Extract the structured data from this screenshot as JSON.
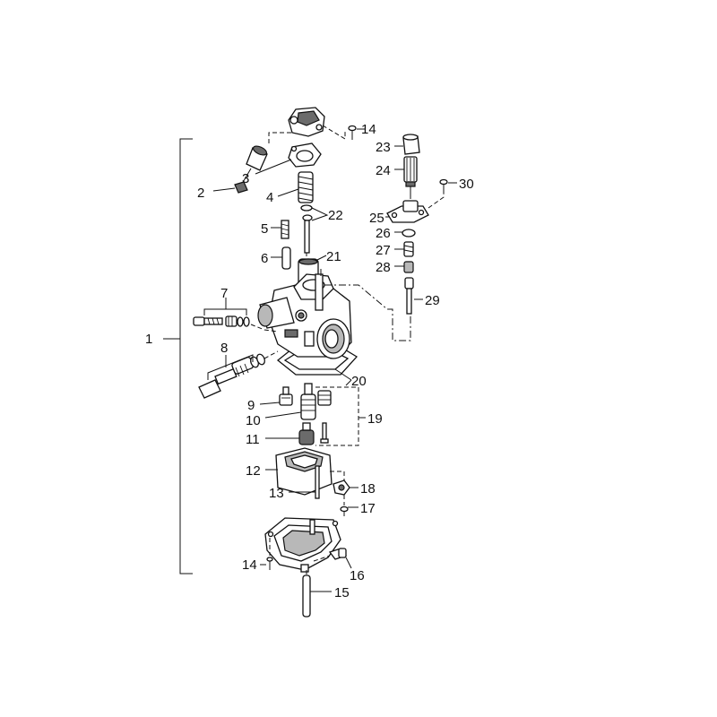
{
  "callouts": {
    "c1": "1",
    "c2": "2",
    "c3": "3",
    "c4": "4",
    "c5": "5",
    "c6": "6",
    "c7": "7",
    "c8": "8",
    "c9": "9",
    "c10": "10",
    "c11": "11",
    "c12": "12",
    "c13": "13",
    "c14a": "14",
    "c14b": "14",
    "c15": "15",
    "c16": "16",
    "c17": "17",
    "c18": "18",
    "c19": "19",
    "c20": "20",
    "c21": "21",
    "c22": "22",
    "c23": "23",
    "c24": "24",
    "c25": "25",
    "c26": "26",
    "c27": "27",
    "c28": "28",
    "c29": "29",
    "c30": "30"
  }
}
